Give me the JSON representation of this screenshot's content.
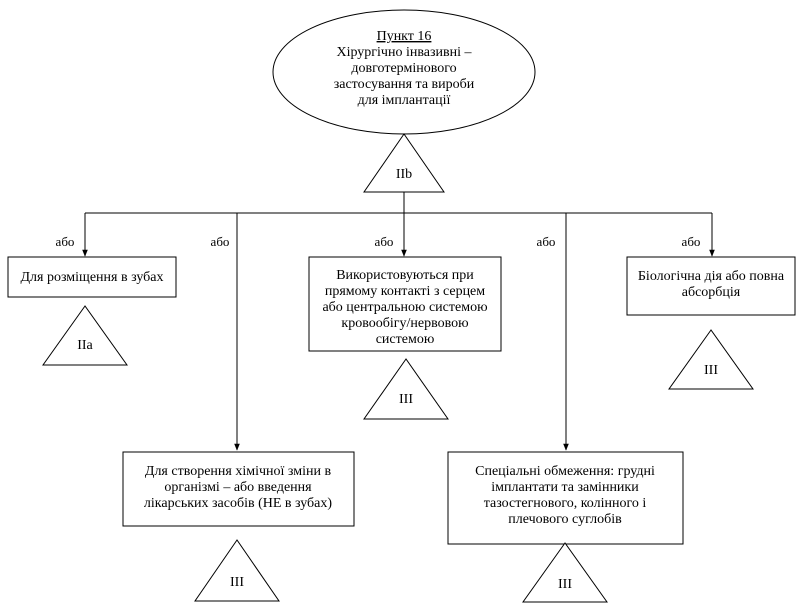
{
  "root": {
    "title": "Пункт 16",
    "lines": [
      "Хірургічно інвазивні –",
      "довготермінового",
      "застосування та вироби",
      "для імплантації"
    ],
    "class_label": "IIb"
  },
  "branch_label": "або",
  "boxes": [
    {
      "id": "teeth",
      "lines": [
        "Для розміщення в зубах"
      ],
      "class_label": "IIa"
    },
    {
      "id": "chemical",
      "lines": [
        "Для створення хімічної зміни в",
        "організмі – або введення",
        "лікарських засобів (НЕ в зубах)"
      ],
      "class_label": "III"
    },
    {
      "id": "heart",
      "lines": [
        "Використовуються при",
        "прямому контакті з серцем",
        "або центральною системою",
        "кровообігу/нервовою",
        "системою"
      ],
      "class_label": "III"
    },
    {
      "id": "special",
      "lines": [
        "Спеціальні обмеження: грудні",
        "імплантати та замінники",
        "тазостегнового, колінного і",
        "плечового суглобів"
      ],
      "class_label": "III"
    },
    {
      "id": "bio",
      "lines": [
        "Біологічна дія або повна",
        "абсорбція"
      ],
      "class_label": "III"
    }
  ]
}
